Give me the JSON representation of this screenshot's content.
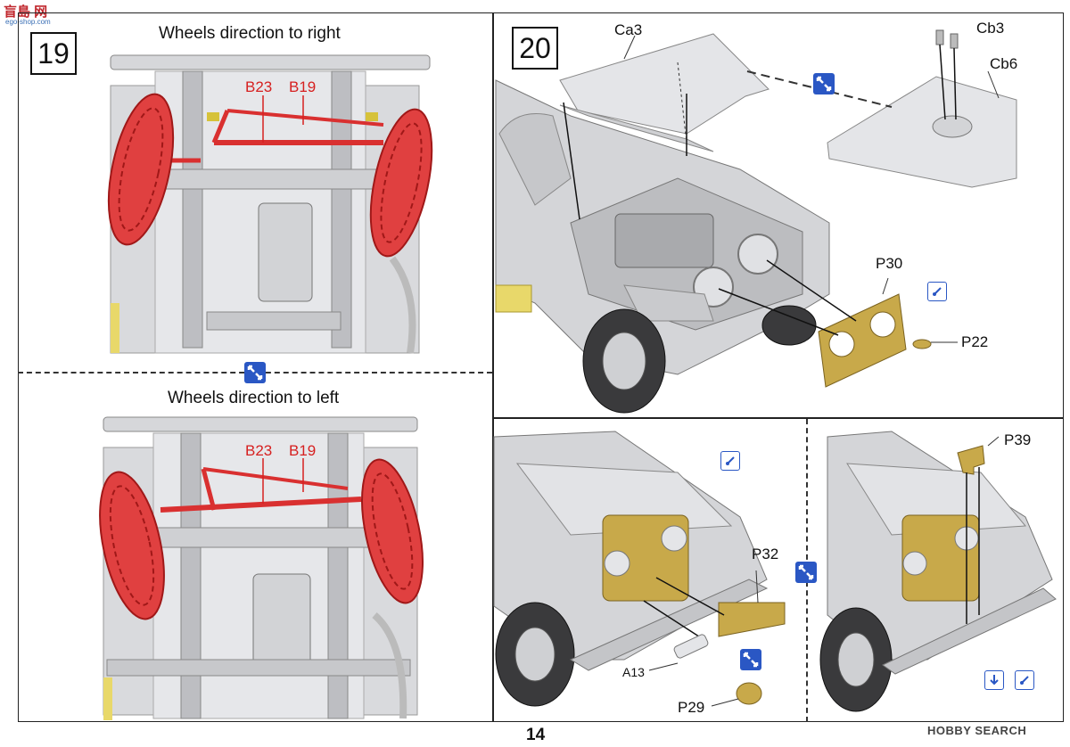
{
  "watermark": {
    "logo": "盲島 网",
    "logo_sub": "ego-shop.com"
  },
  "step19": {
    "number": "19",
    "caption_right": "Wheels direction to right",
    "caption_left": "Wheels direction to left",
    "parts_top": [
      "B23",
      "B19"
    ],
    "parts_bottom": [
      "B23",
      "B19"
    ]
  },
  "step20": {
    "number": "20",
    "parts": {
      "ca3": "Ca3",
      "cb3": "Cb3",
      "cb6": "Cb6",
      "p30": "P30",
      "p22": "P22",
      "p32": "P32",
      "a13": "A13",
      "p29": "P29",
      "p39": "P39"
    }
  },
  "icons": {
    "swap": "swap-arrows-icon",
    "glue": "glue-icon",
    "apply": "apply-down-icon"
  },
  "colors": {
    "accent_red": "#d62020",
    "icon_blue": "#2a57c4",
    "photo_etch": "#c8a94a",
    "model_grey": "#c9cbcf"
  },
  "footer": {
    "page_number": "14",
    "brand": "HOBBY SEARCH"
  }
}
